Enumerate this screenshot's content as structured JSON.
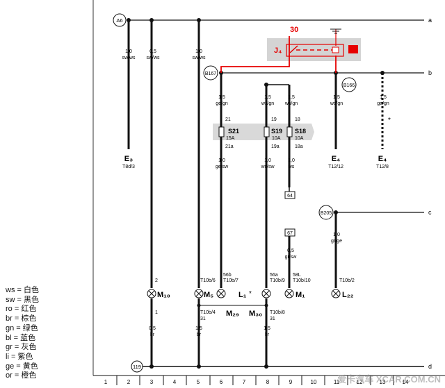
{
  "rails": {
    "a": "a",
    "b": "b",
    "c": "c",
    "d": "d"
  },
  "nodes": {
    "A6": "A6",
    "B167": "B167",
    "B166": "B166",
    "B205": "B205",
    "n119": "119"
  },
  "relay": {
    "terminal": "30",
    "label": "J₄"
  },
  "wires": {
    "w_x3_top": {
      "size": "1,0",
      "color": "sw/ws"
    },
    "w_x4_top": {
      "size": "0,5",
      "color": "sw/ws"
    },
    "w_x5_top": {
      "size": "1,0",
      "color": "sw/ws"
    },
    "w_x6_top": {
      "size": "1,5",
      "color": "ge/gn"
    },
    "w_x8_top": {
      "size": "1,5",
      "color": "ws/gn"
    },
    "w_x9_top": {
      "size": "1,5",
      "color": "ws/gn"
    },
    "w_x11_top": {
      "size": "1,5",
      "color": "ws/gn"
    },
    "w_x12_top": {
      "size": "1,5",
      "color": "ge/gn"
    },
    "w_x6_mid": {
      "size": "1,0",
      "color": "ge/sw"
    },
    "w_x8_mid": {
      "size": "1,0",
      "color": "ws/sw"
    },
    "w_x9_mid": {
      "size": "1,0",
      "color": "ws"
    },
    "w_x9_low": {
      "size": "0,5",
      "color": "gr/sw"
    },
    "w_x11_low": {
      "size": "1,0",
      "color": "gr/ge"
    },
    "w_x3_bot": {
      "size": "0,5",
      "color": "br"
    },
    "w_x5_bot": {
      "size": "1,5",
      "color": "br"
    },
    "w_x8_bot": {
      "size": "1,5",
      "color": "br"
    }
  },
  "fuses": {
    "s21": {
      "name": "S21",
      "amp": "15A",
      "pin_in": "21",
      "pin_out": "21a"
    },
    "s19": {
      "name": "S19",
      "amp": "10A",
      "pin_in": "19",
      "pin_out": "19a"
    },
    "s18": {
      "name": "S18",
      "amp": "10A",
      "pin_in": "18",
      "pin_out": "18a"
    }
  },
  "connectors": {
    "e3": {
      "name": "E₃",
      "pin": "T8d/3"
    },
    "e4a": {
      "name": "E₄",
      "pin": "T12/12"
    },
    "e4b": {
      "name": "E₄",
      "pin": "T12/8"
    },
    "asterisk": "*",
    "box64": "64",
    "box67": "67"
  },
  "lamps": {
    "m18": {
      "name": "M₁₈",
      "pin_top": "2",
      "pin_bot": "1"
    },
    "m5": {
      "name": "M₅",
      "pin_top": "T10b/6",
      "pin_bot": "T10b/4"
    },
    "l1": {
      "name": "L₁",
      "asterisk": "*",
      "pin_top1": "56b",
      "pin_top2": "T10b/7"
    },
    "m29": {
      "name": "M₂₉",
      "pin_bot": "31"
    },
    "m30": {
      "name": "M₃₀",
      "pin_bot": "31"
    },
    "m1": {
      "name": "M₁",
      "pin_top": "56a",
      "pin_top2": "T10b/9",
      "pin_top3": "58L",
      "pin_top4": "T10b/10",
      "pin_bot": "T10b/8"
    },
    "l22": {
      "name": "L₂₂",
      "pin_top": "T10b/2"
    }
  },
  "grid": [
    "1",
    "2",
    "3",
    "4",
    "5",
    "6",
    "7",
    "8",
    "9",
    "10",
    "11",
    "12",
    "13",
    "14"
  ],
  "legend": [
    "ws = 白色",
    "sw = 黑色",
    "ro = 红色",
    "br = 棕色",
    "gn = 绿色",
    "bl = 蓝色",
    "gr = 灰色",
    "li = 紫色",
    "ge = 黄色",
    "or = 橙色"
  ],
  "watermark": "爱卡汽车 XCAR.COM.CN",
  "colors": {
    "wire": "#111111",
    "relay": "#e60000",
    "fuse_box": "#d9d9d9"
  }
}
